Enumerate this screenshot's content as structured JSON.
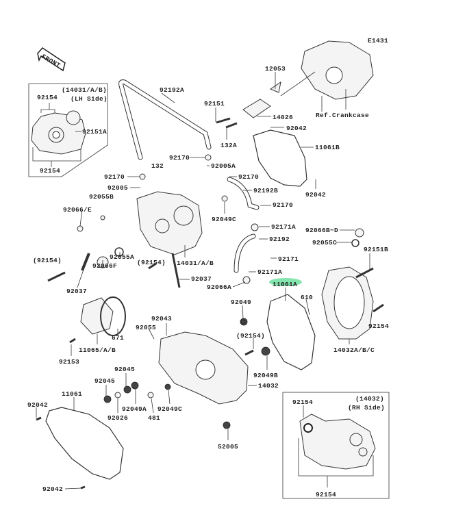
{
  "diagram_code": "E1431",
  "front_logo": "FRONT",
  "highlight_color": "#6fe0a0",
  "labels": [
    "E1431",
    "FRONT",
    "(14031/A/B)",
    "(LH Side)",
    "92154",
    "92151A",
    "92154",
    "92192A",
    "92151",
    "132A",
    "92170",
    "92005A",
    "132",
    "92170",
    "92005",
    "92055B",
    "12053",
    "14026",
    "Ref.Crankcase",
    "92042",
    "11061B",
    "92170",
    "92192B",
    "92042",
    "92170",
    "92066/E",
    "92049C",
    "92171A",
    "92192",
    "92066B~D",
    "92055C",
    "92171",
    "92151B",
    "14031/A/B",
    "(92154)",
    "92055A",
    "92066F",
    "(92154)",
    "92037",
    "92171A",
    "92037",
    "92066A",
    "11061A",
    "610",
    "92049",
    "92154",
    "92043",
    "92055",
    "(92154)",
    "671",
    "11065/A/B",
    "14032A/B/C",
    "92153",
    "92049B",
    "14032",
    "92045",
    "92045",
    "11061",
    "92042",
    "92049A",
    "92049C",
    "92026",
    "481",
    "(14032)",
    "(RH Side)",
    "92154",
    "52005",
    "92154",
    "92042"
  ]
}
